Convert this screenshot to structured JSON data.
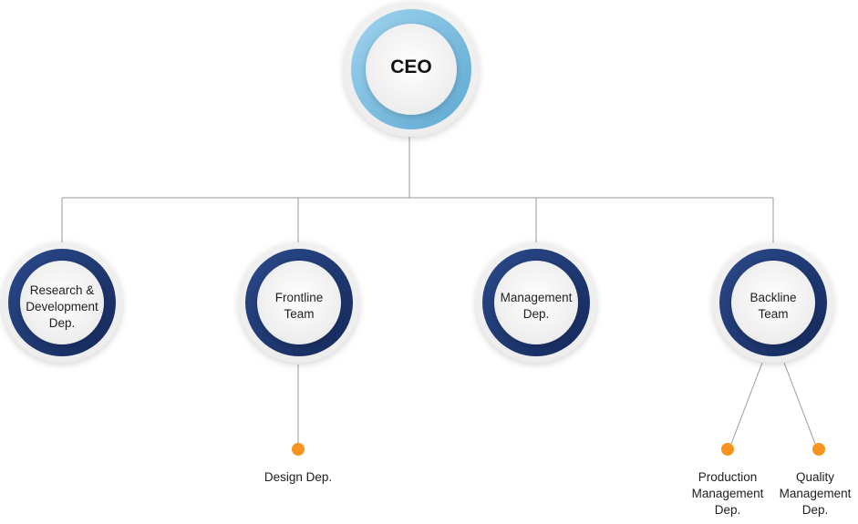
{
  "ceo": {
    "label": "CEO"
  },
  "departments": [
    {
      "label": "Research &\nDevelopment\nDep."
    },
    {
      "label": "Frontline\nTeam"
    },
    {
      "label": "Management\nDep."
    },
    {
      "label": "Backline\nTeam"
    }
  ],
  "sub_units": [
    {
      "label": "Design Dep."
    },
    {
      "label": "Production\nManagement\nDep."
    },
    {
      "label": "Quality\nManagement\nDep."
    }
  ],
  "colors": {
    "ceo_ring": "#7fc1e2",
    "dept_ring": "#1f3a75",
    "connector": "#9a9a9a",
    "leaf_dot": "#f7931e"
  }
}
